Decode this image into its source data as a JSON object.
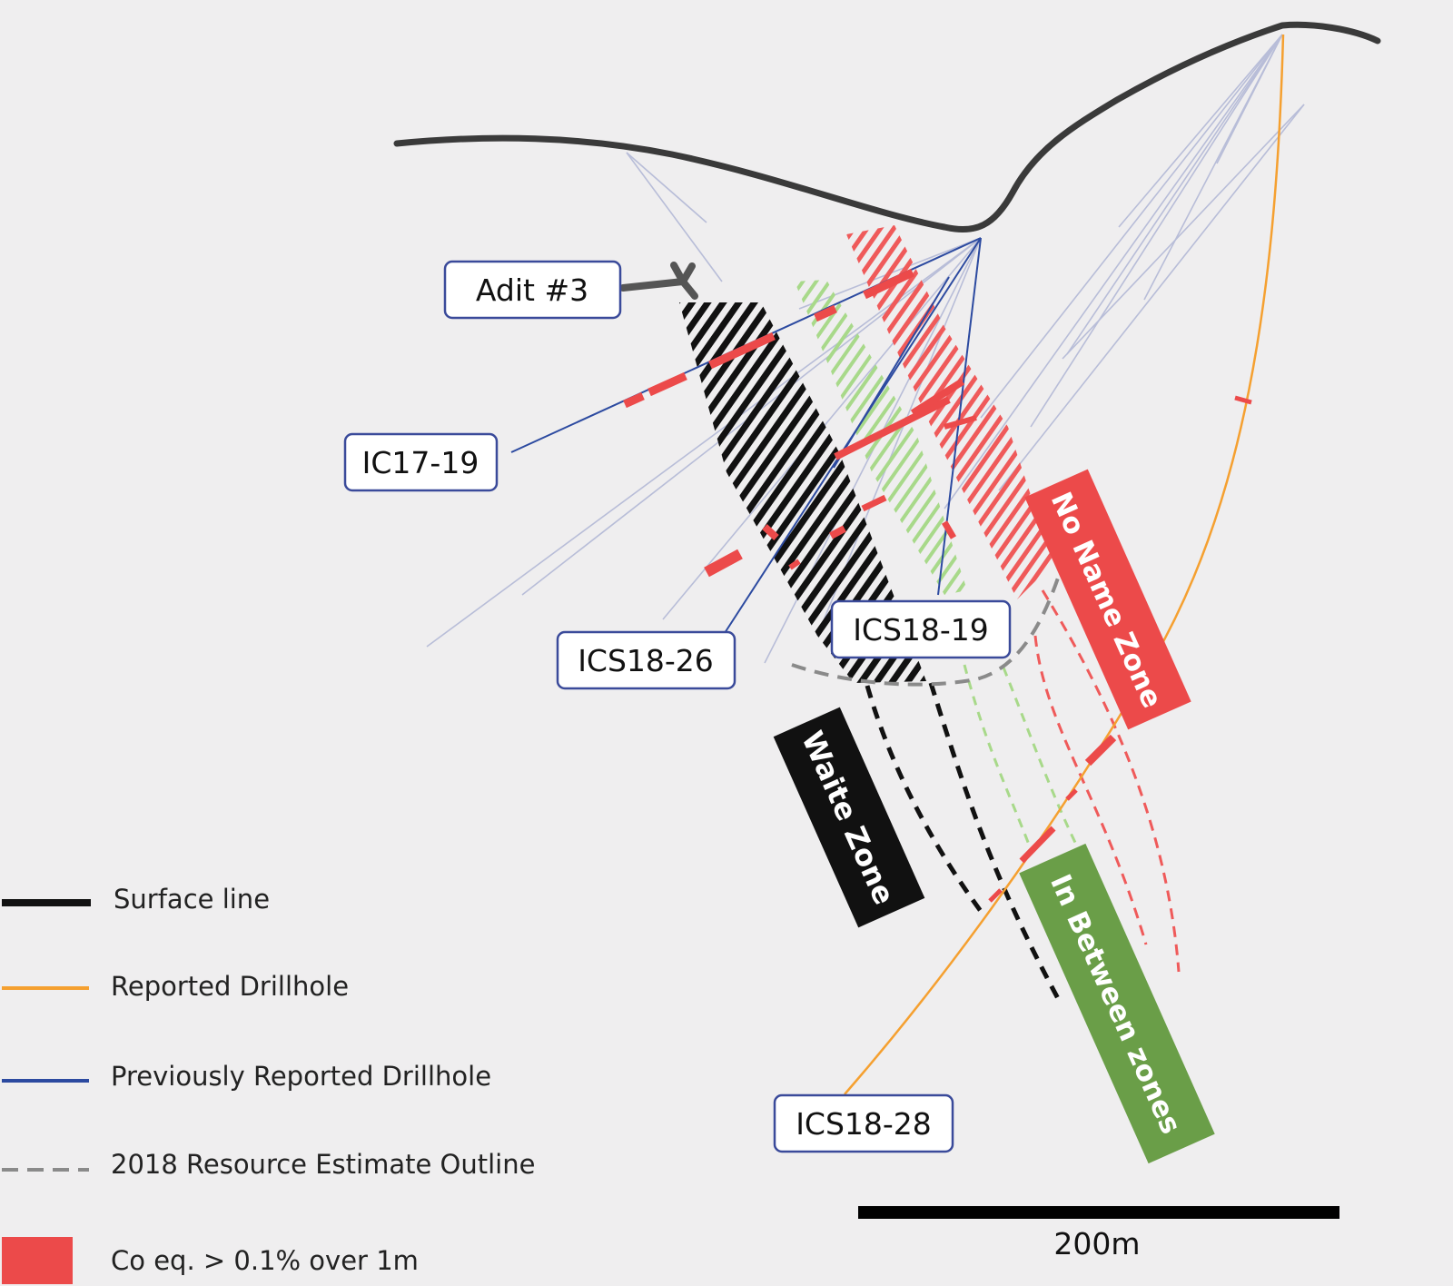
{
  "colors": {
    "surface": "#3a3a3a",
    "reported": "#f5a030",
    "previous": "#2c4aa0",
    "resource": "#8a8a8a",
    "co_eq": "#ec4a4a",
    "waite": "#111111",
    "inbetween": "#9cd37e",
    "noname": "#ec4a4a",
    "callout_border": "#3a4a9a",
    "inbetween_band": "#6a9e48",
    "background_holes": "#b8bdd8"
  },
  "callouts": {
    "adit": "Adit #3",
    "ic17_19": "IC17-19",
    "ics18_26": "ICS18-26",
    "ics18_19": "ICS18-19",
    "ics18_28": "ICS18-28"
  },
  "zones": {
    "waite": "Waite Zone",
    "no_name": "No Name Zone",
    "in_between": "In Between zones"
  },
  "legend": {
    "items": [
      {
        "id": "surface",
        "label": "Surface line",
        "icon": "solid-thick-line"
      },
      {
        "id": "reported",
        "label": "Reported Drillhole",
        "icon": "solid-orange-line"
      },
      {
        "id": "previous",
        "label": "Previously Reported Drillhole",
        "icon": "solid-blue-line"
      },
      {
        "id": "resource",
        "label": "2018 Resource Estimate Outline",
        "icon": "dashed-grey-line"
      },
      {
        "id": "co",
        "label": "Co eq.  > 0.1% over 1m",
        "icon": "red-square"
      }
    ]
  },
  "scale": {
    "label": "200m"
  }
}
